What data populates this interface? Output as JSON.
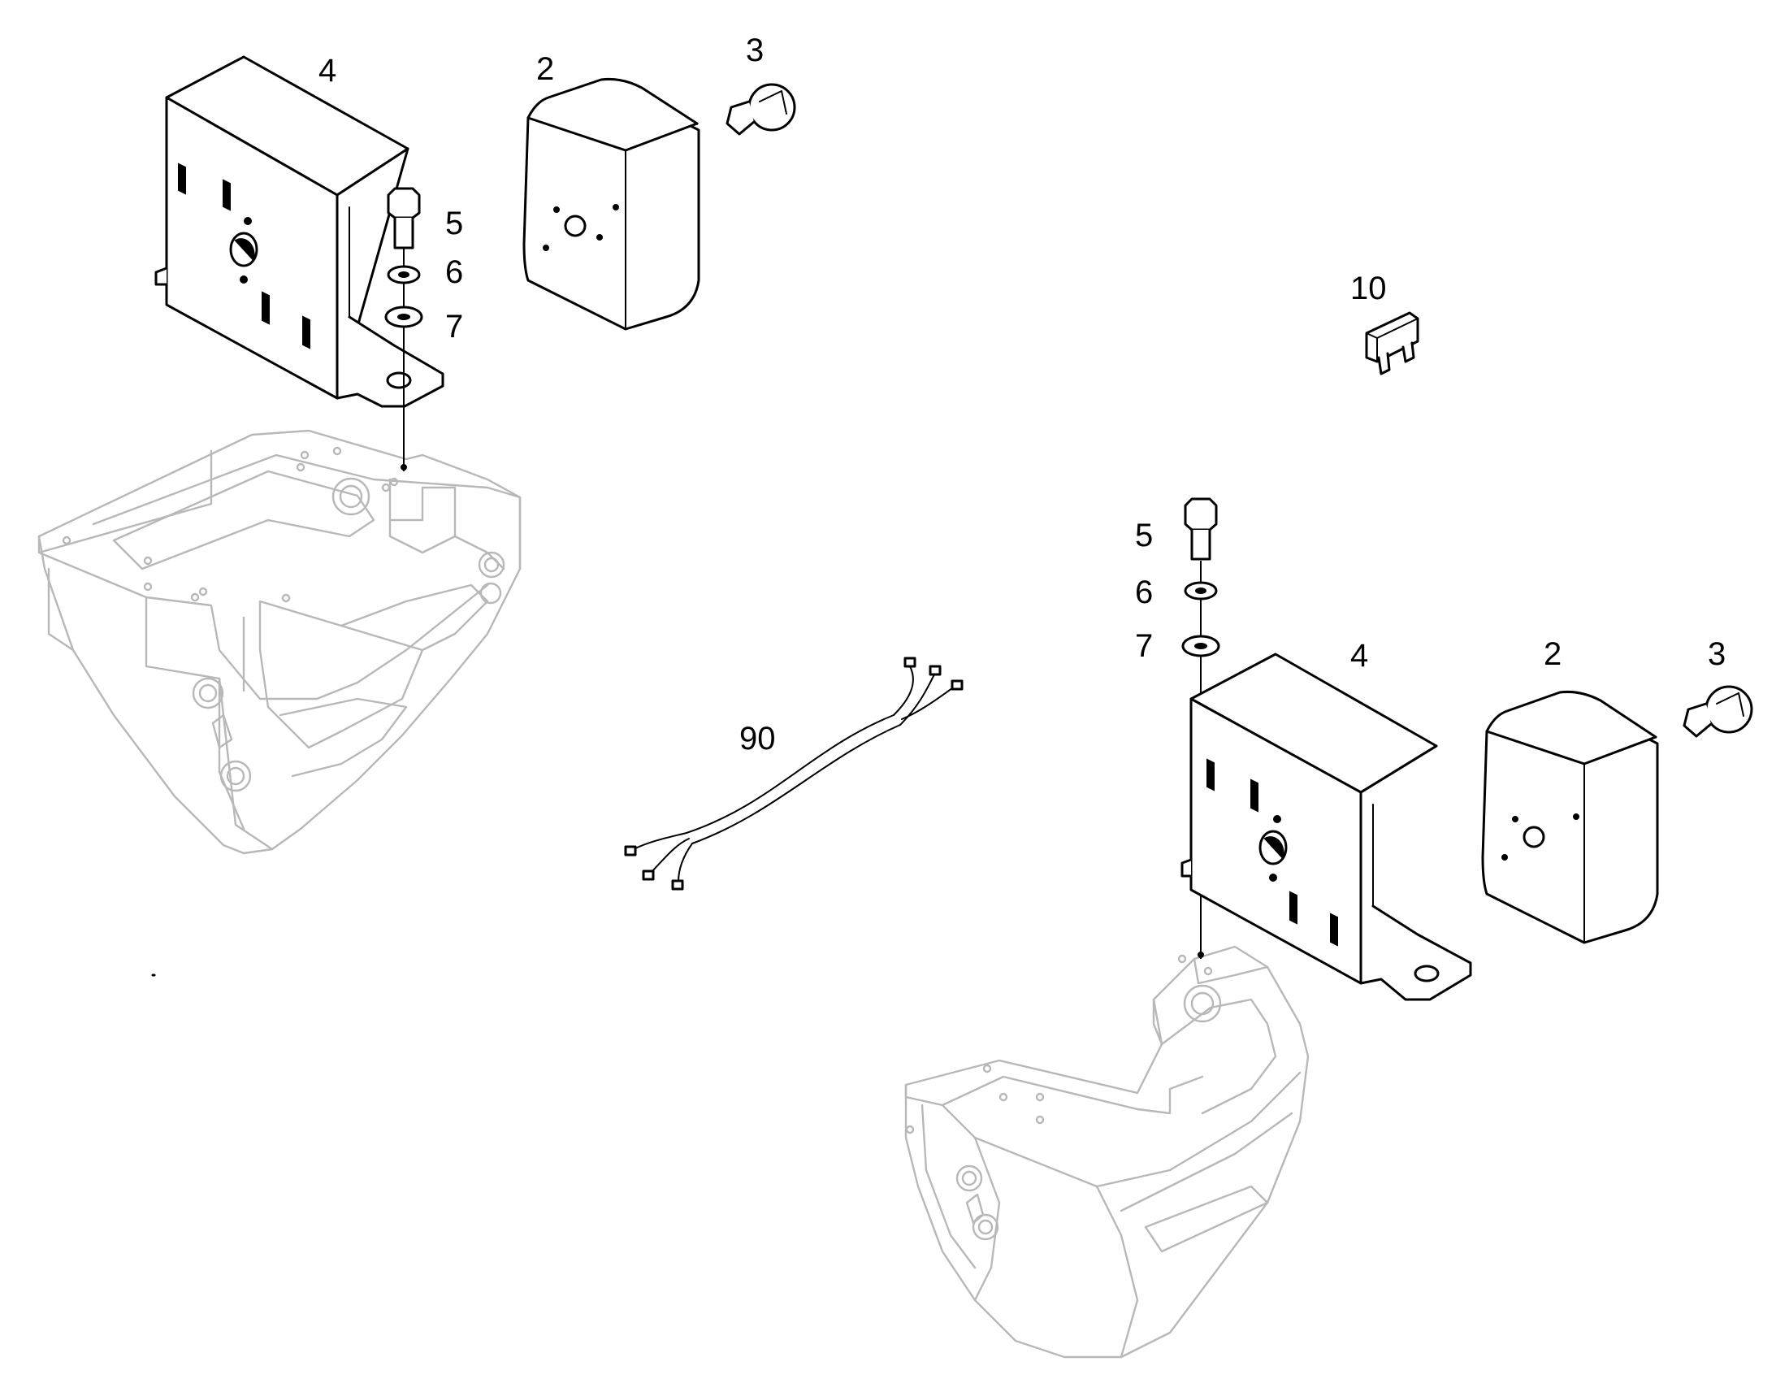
{
  "callouts": {
    "left_4": "4",
    "left_2": "2",
    "left_3": "3",
    "left_5": "5",
    "left_6": "6",
    "left_7": "7",
    "fuse_10": "10",
    "harness_90": "90",
    "right_5": "5",
    "right_6": "6",
    "right_7": "7",
    "right_4": "4",
    "right_2": "2",
    "right_3": "3"
  },
  "colors": {
    "part_line": "#000000",
    "context_line": "#b8b8b8",
    "background": "#ffffff"
  }
}
